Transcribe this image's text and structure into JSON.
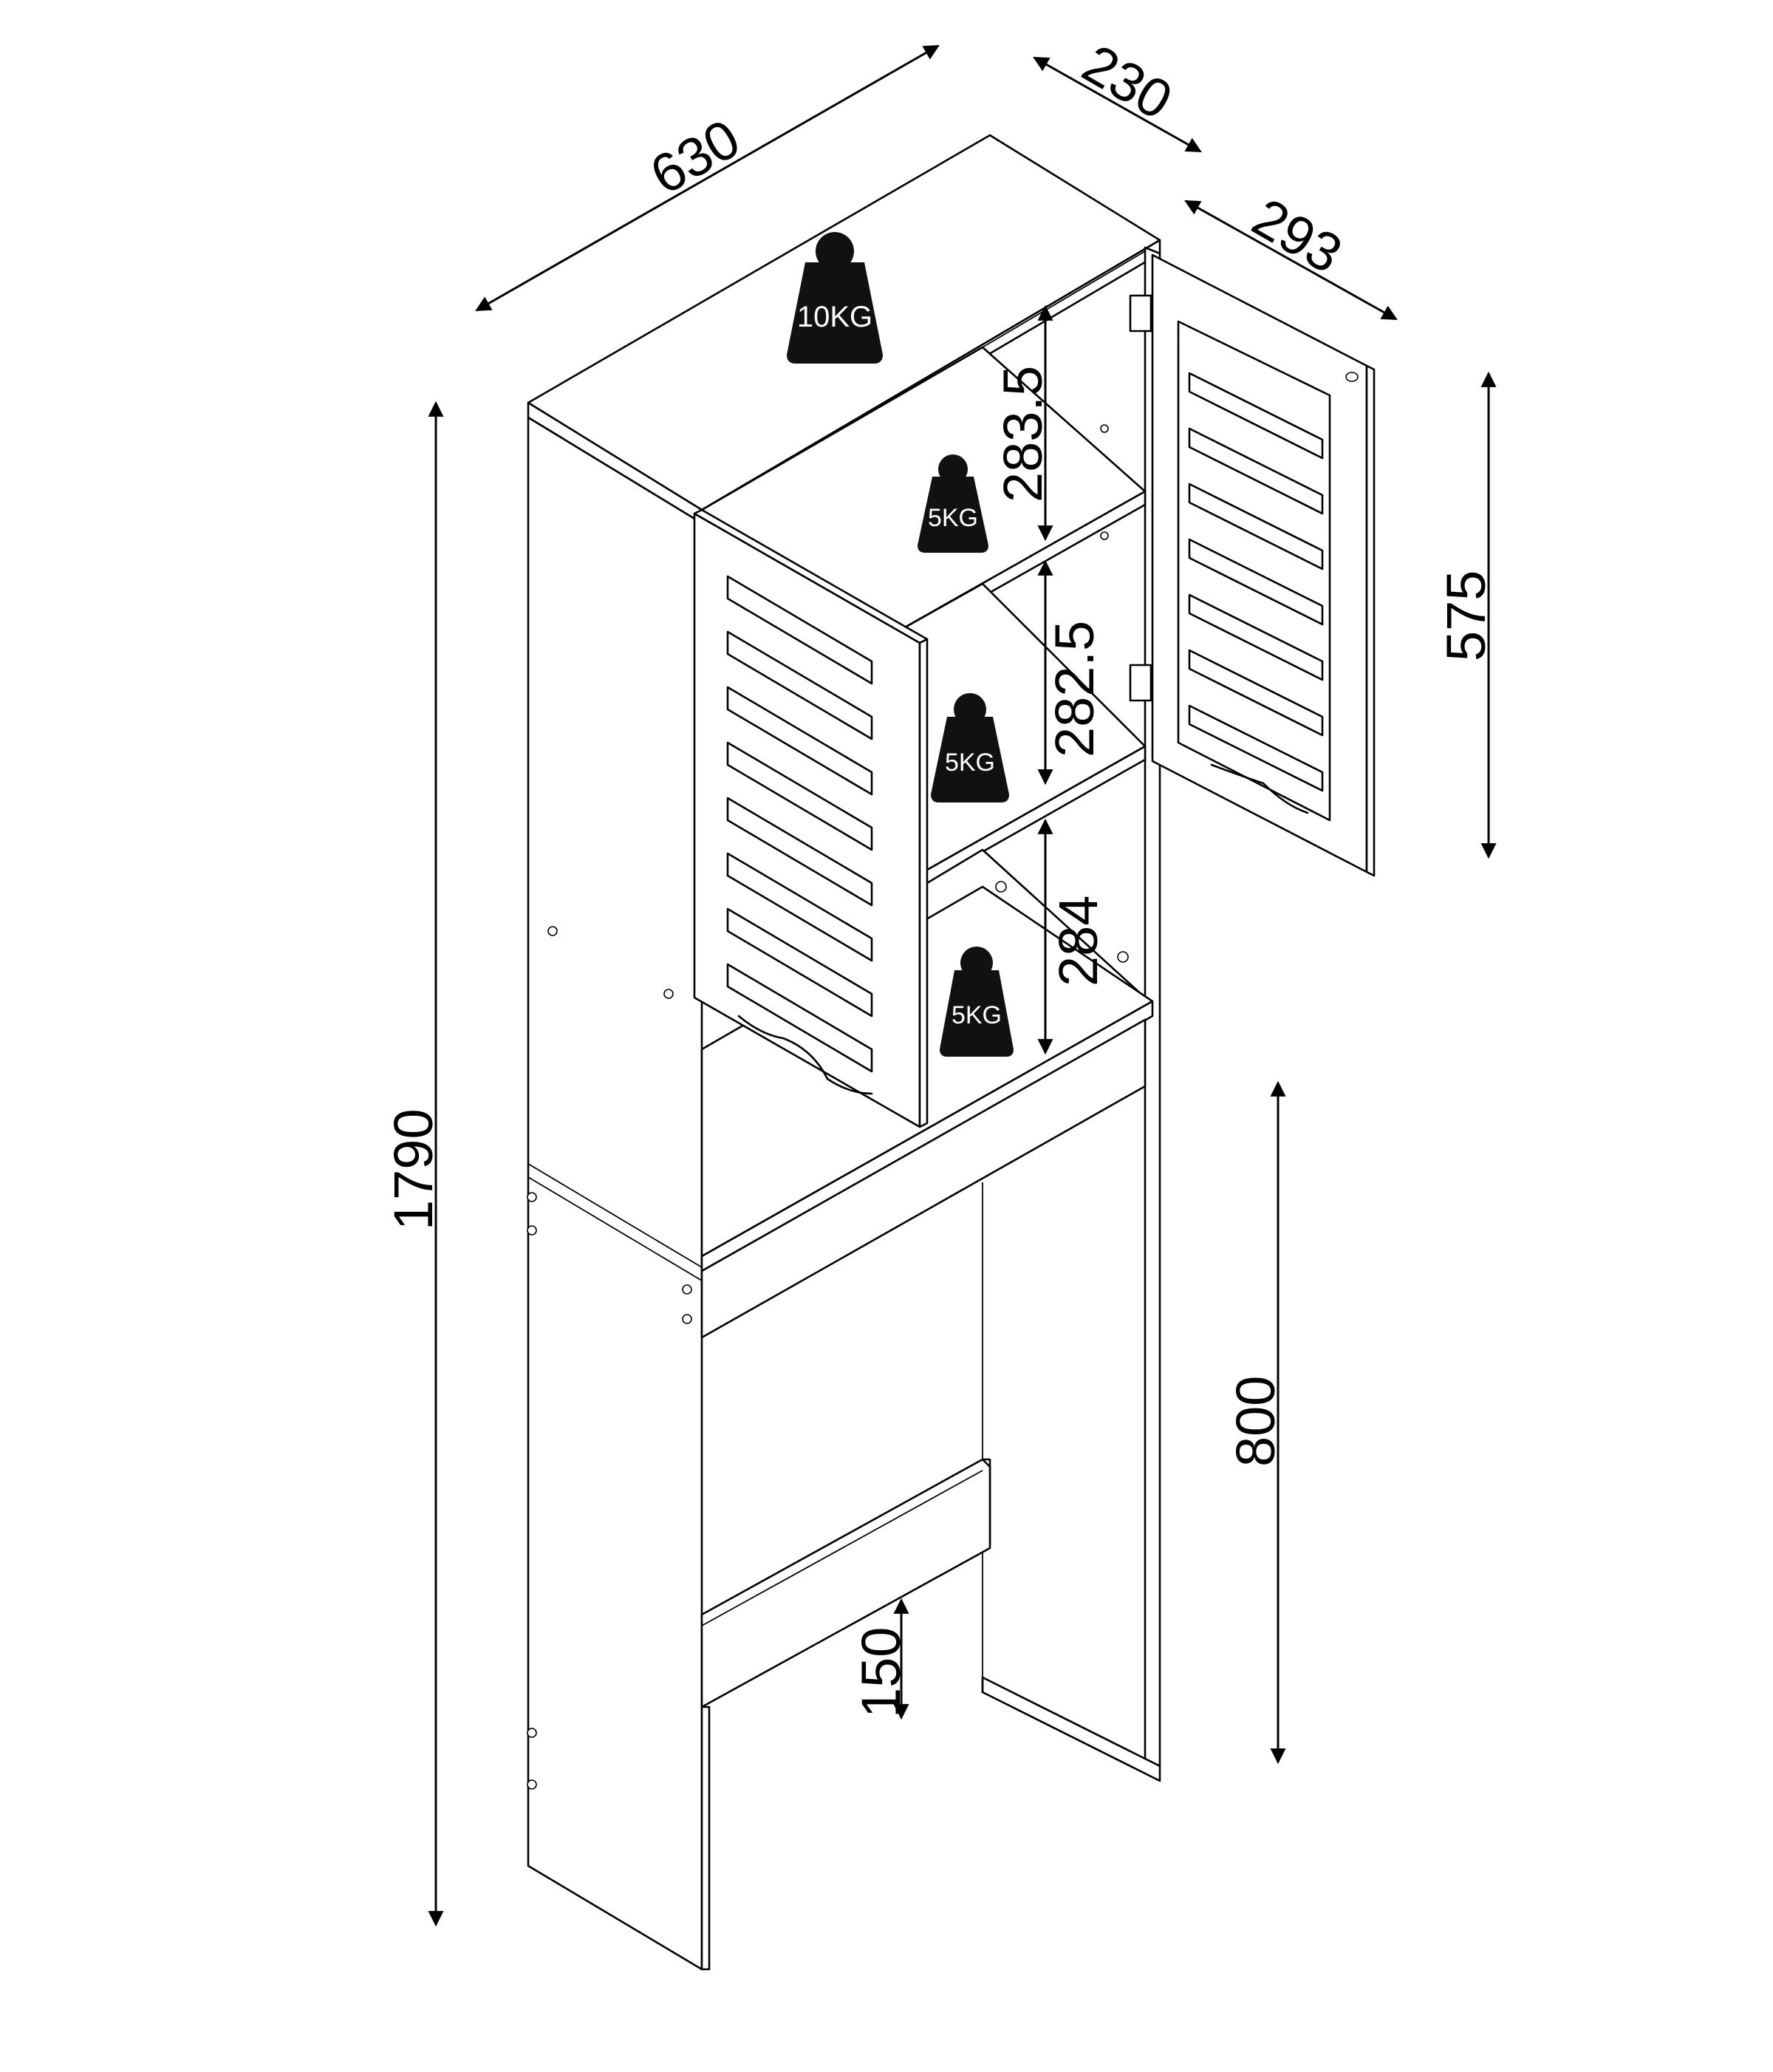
{
  "dimensions": {
    "width": "630",
    "depth": "230",
    "door_depth": "293",
    "total_height": "1790",
    "upper_height": "575",
    "base_height": "800",
    "shelf_gap_top": "283.5",
    "shelf_gap_middle": "282.5",
    "shelf_gap_bottom": "284",
    "bottom_rail": "150"
  },
  "weights": {
    "top": "10KG",
    "shelf_1": "5KG",
    "shelf_2": "5KG",
    "shelf_3": "5KG"
  },
  "colors": {
    "line": "#000000",
    "weight_fill": "#111111",
    "background": "#ffffff"
  }
}
